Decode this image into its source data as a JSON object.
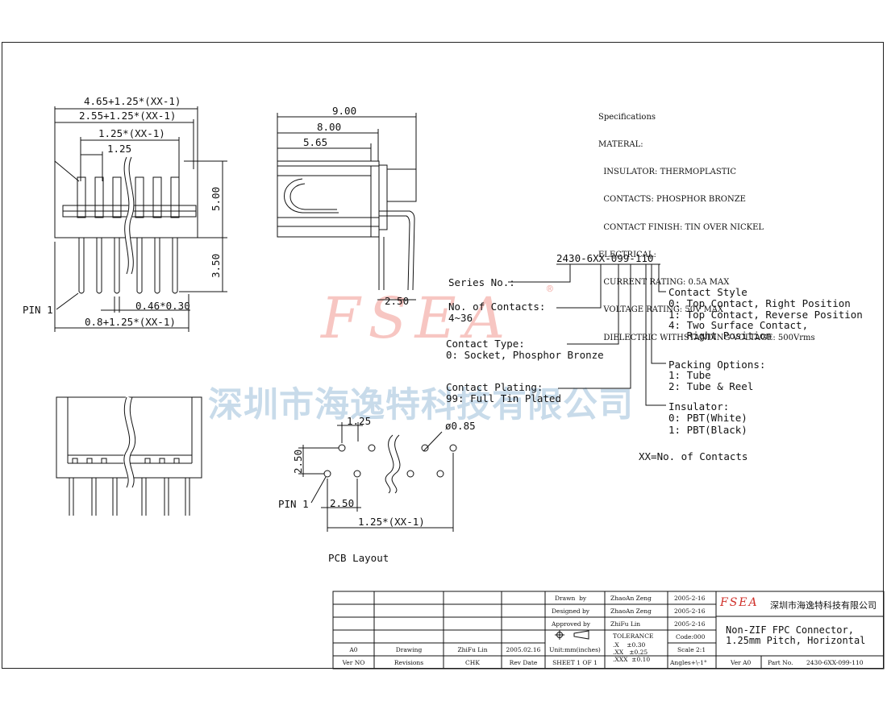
{
  "top_view": {
    "dim_overall": "4.65+1.25*(XX-1)",
    "dim_second": "2.55+1.25*(XX-1)",
    "dim_third": "1.25*(XX-1)",
    "dim_pitch": "1.25",
    "dim_height": "5.00",
    "dim_pin_len": "3.50",
    "pin1_label": "PIN 1",
    "dim_pin_width": "0.46*0.30",
    "dim_bottom": "0.8+1.25*(XX-1)"
  },
  "side_view": {
    "dim_900": "9.00",
    "dim_800": "8.00",
    "dim_565": "5.65",
    "dim_250": "2.50"
  },
  "pcb_layout": {
    "dim_pitch": "1.25",
    "dim_hole": "ø0.85",
    "dim_vertical": "2.50",
    "dim_horizontal": "2.50",
    "pin1_label": "PIN 1",
    "dim_total": "1.25*(XX-1)",
    "title": "PCB Layout"
  },
  "specifications": [
    "Specifications",
    "MATERAL:",
    "  INSULATOR: THERMOPLASTIC",
    "  CONTACTS: PHOSPHOR BRONZE",
    "  CONTACT FINISH: TIN OVER NICKEL",
    "ELECTRICAL:",
    "  CURRENT RATING: 0.5A MAX",
    "  VOLTAGE RATING: 50V MAX",
    "  DIELECTRIC WITHSTANDING VOLTAGE: 500Vrms"
  ],
  "part_code": "2430-6XX-099-110",
  "part_legend": {
    "series_label": "Series No.:",
    "contacts_label": "No. of Contacts:",
    "contacts_range": "4~36",
    "contact_type_label": "Contact Type:",
    "contact_type_0": "0: Socket, Phosphor Bronze",
    "plating_label": "Contact Plating:",
    "plating_99": "99: Full Tin Plated",
    "style_label": "Contact Style",
    "style_0": "0: Top Contact, Right Position",
    "style_1": "1: Top Contact, Reverse Position",
    "style_4a": "4: Two Surface Contact,",
    "style_4b": "   Right Position",
    "packing_label": "Packing Options:",
    "packing_1": "1: Tube",
    "packing_2": "2: Tube & Reel",
    "insulator_label": "Insulator:",
    "insulator_0": "0: PBT(White)",
    "insulator_1": "1: PBT(Black)",
    "xx_note": "XX=No. of Contacts"
  },
  "watermark": {
    "logo": "FSEA",
    "registered": "®",
    "company": "深圳市海逸特科技有限公司"
  },
  "title_block": {
    "drawn_label": "Drawn  by",
    "drawn_name": "ZhaoAn Zeng",
    "drawn_date": "2005-2-16",
    "designed_label": "Designed by",
    "designed_name": "ZhaoAn Zeng",
    "designed_date": "2005-2-16",
    "approved_label": "Approved by",
    "approved_name": "ZhiFu Lin",
    "approved_date": "2005-2-16",
    "tolerance_label": "TOLERANCE",
    "code": "Code:000",
    "tol_x": ".X    ±0.30",
    "tol_xx": ".XX   ±0.25",
    "tol_xxx": ".XXX  ±0.10",
    "scale": "Scale 2:1",
    "angles": "Angles+\\-1°",
    "rev_a0": "A0",
    "rev_drawing": "Drawing",
    "rev_chk_name": "ZhiFu Lin",
    "rev_date_val": "2005.02.16",
    "units": "Unit:mm(inches)",
    "h_ver": "Ver NO",
    "h_revisions": "Revisions",
    "h_chk": "CHK",
    "h_revdate": "Rev Date",
    "sheet": "SHEET 1 OF 1",
    "logo": "FSEA",
    "company_cn": "深圳市海逸特科技有限公司",
    "title_line1": "Non-ZIF FPC Connector,",
    "title_line2": "1.25mm Pitch, Horizontal",
    "ver": "Ver A0",
    "part_no_label": "Part No.",
    "part_no": "2430-6XX-099-110"
  }
}
